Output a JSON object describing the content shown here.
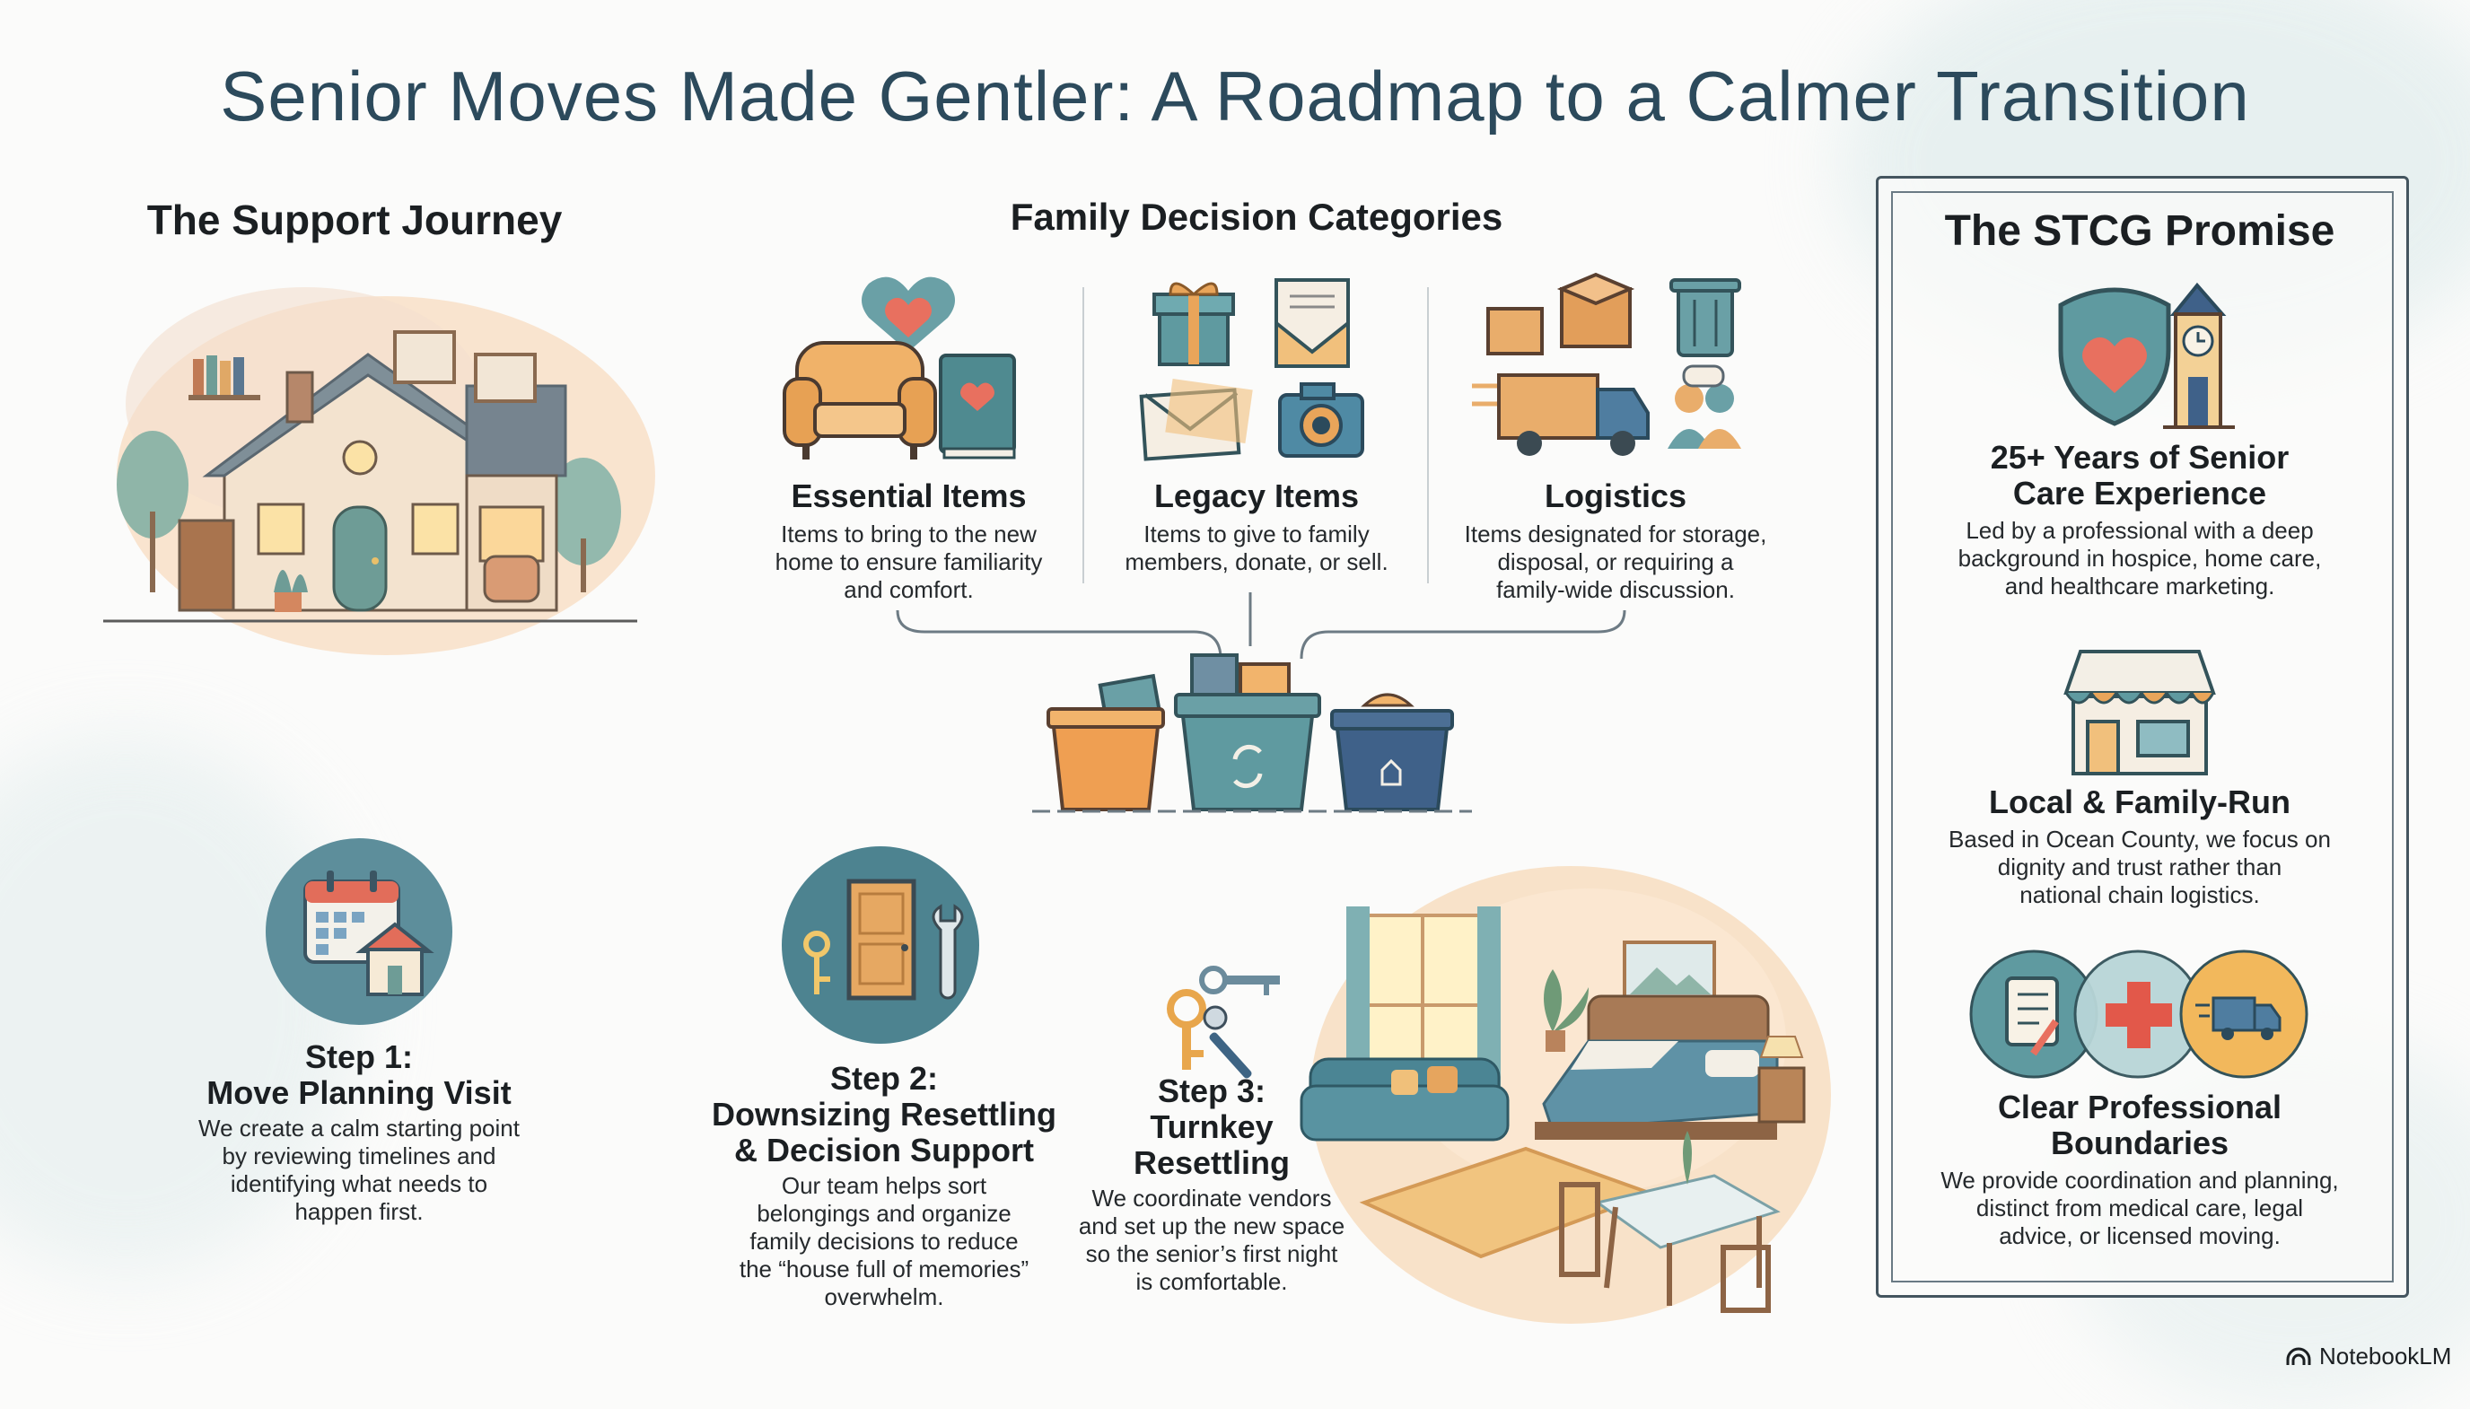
{
  "title": "Senior Moves Made Gentler: A Roadmap to a Calmer Transition",
  "support_journey": {
    "heading": "The Support Journey",
    "steps": [
      {
        "title": "Step 1:\nMove Planning Visit",
        "desc": "We create a calm starting point\nby reviewing timelines and\nidentifying what needs to\nhappen first.",
        "icon": "calendar-house-icon"
      },
      {
        "title": "Step 2:\nDownsizing Resettling\n& Decision Support",
        "desc": "Our team helps sort\nbelongings and organize\nfamily decisions to reduce\nthe “house full of memories”\noverwhelm.",
        "icon": "door-tools-icon"
      },
      {
        "title": "Step 3:\nTurnkey\nResettling",
        "desc": "We coordinate vendors\nand set up the new space\nso the senior’s first night\nis comfortable.",
        "icon": "keys-tool-icon"
      }
    ]
  },
  "family_decisions": {
    "heading": "Family Decision Categories",
    "categories": [
      {
        "title": "Essential Items",
        "desc": "Items to bring to the new\nhome to ensure familiarity\nand comfort.",
        "icon": "armchair-heart-book-icon"
      },
      {
        "title": "Legacy Items",
        "desc": "Items to give to family\nmembers, donate, or sell.",
        "icon": "gift-letters-camera-icon"
      },
      {
        "title": "Logistics",
        "desc": "Items designated for storage,\ndisposal, or requiring a\nfamily-wide discussion.",
        "icon": "boxes-truck-trash-icon"
      }
    ]
  },
  "promise": {
    "heading": "The STCG Promise",
    "items": [
      {
        "title": "25+ Years of Senior\nCare Experience",
        "desc": "Led by a professional with a deep\nbackground in hospice, home care,\nand healthcare marketing.",
        "icon": "shield-clocktower-icon"
      },
      {
        "title": "Local & Family-Run",
        "desc": "Based in Ocean County, we focus on\ndignity and trust rather than\nnational chain logistics.",
        "icon": "storefront-icon"
      },
      {
        "title": "Clear Professional\nBoundaries",
        "desc": "We provide coordination and planning,\ndistinct from medical care, legal\nadvice, or licensed moving.",
        "icon": "checklist-cross-truck-icon"
      }
    ]
  },
  "branding": {
    "label": "NotebookLM"
  },
  "colors": {
    "title": "#2c4a5c",
    "teal": "#5f9aa0",
    "orange": "#e9a25a",
    "navy": "#3d5f86",
    "peach": "#f6d2a8"
  }
}
